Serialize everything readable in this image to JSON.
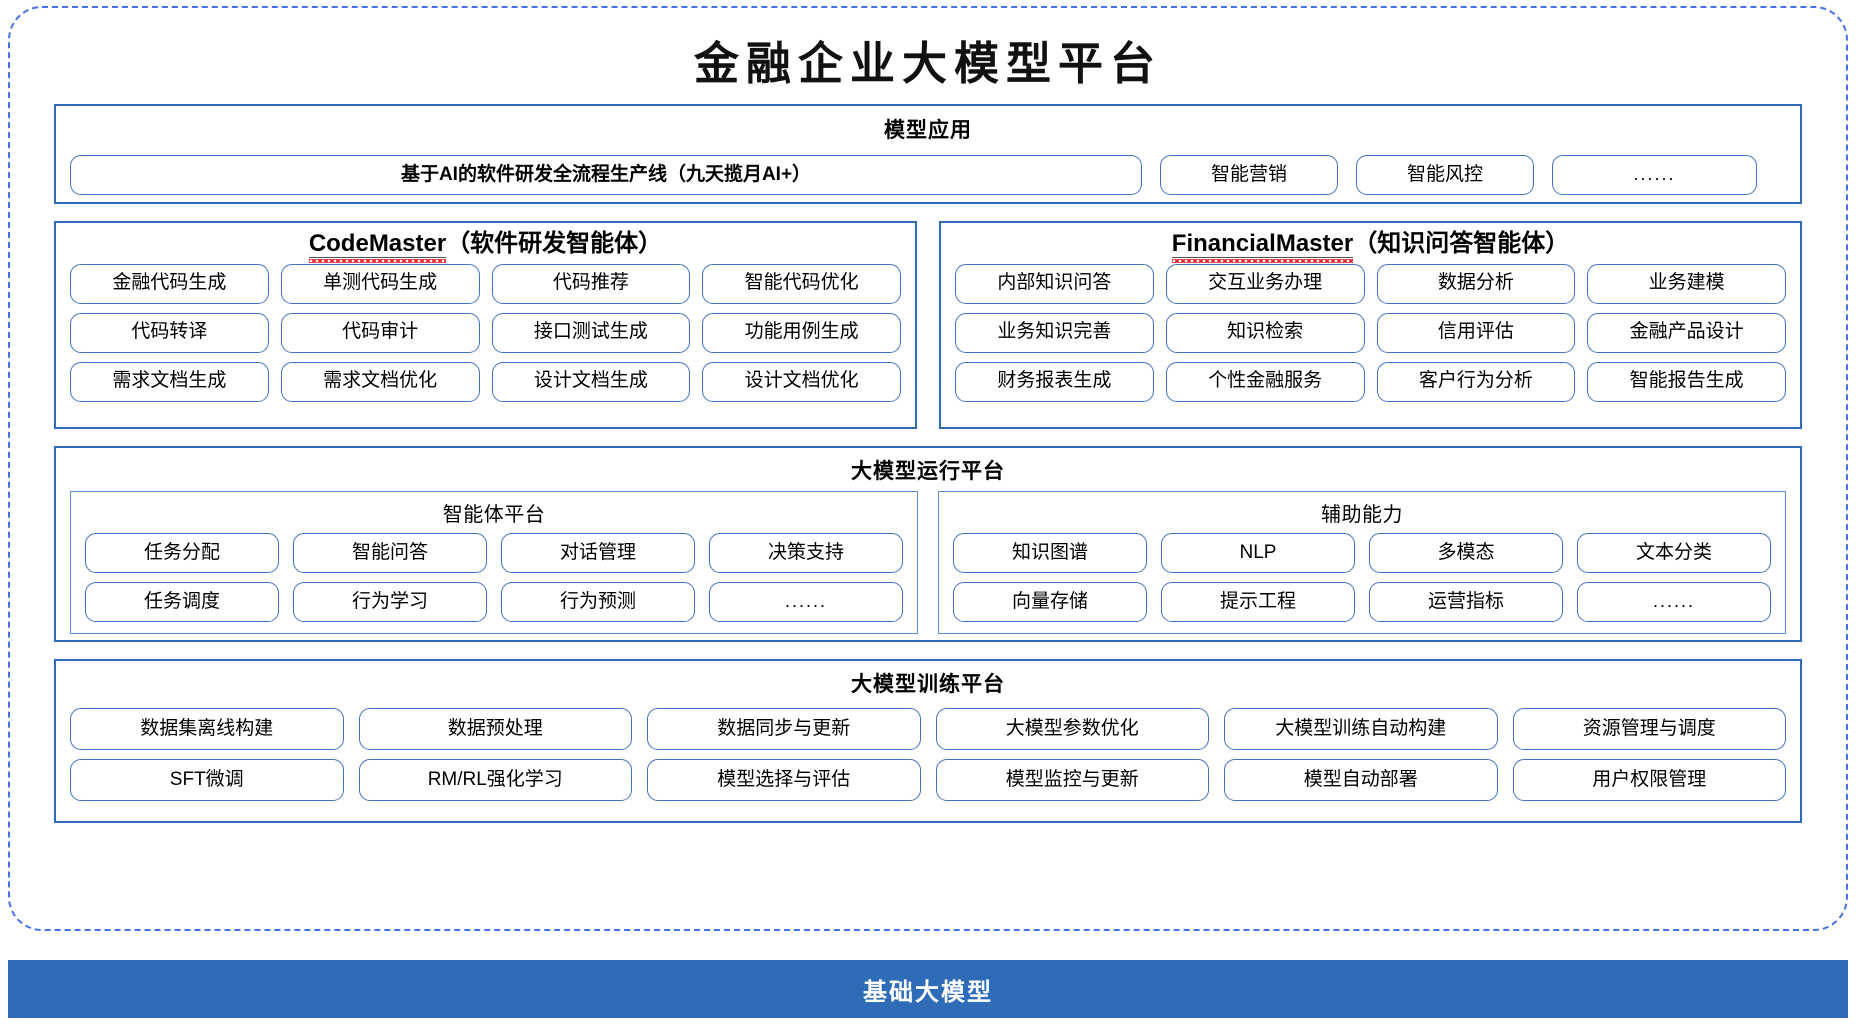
{
  "colors": {
    "frame_dash": "#4472E8",
    "section_border": "#2E6CB8",
    "pill_border": "#4472C4",
    "subbox_border": "#5B8FD4",
    "banner_bg": "#2E6CB8",
    "spellcheck_squiggle": "#E8252A"
  },
  "title": "金融企业大模型平台",
  "applications": {
    "title": "模型应用",
    "items": [
      {
        "label": "基于AI的软件研发全流程生产线（九天揽月AI+）",
        "style": "flagship"
      },
      {
        "label": "智能营销",
        "style": "small"
      },
      {
        "label": "智能风控",
        "style": "small"
      },
      {
        "label": "......",
        "style": "dots"
      }
    ]
  },
  "agents": [
    {
      "en_name": "CodeMaster",
      "cn_name": "（软件研发智能体）",
      "items": [
        "金融代码生成",
        "单测代码生成",
        "代码推荐",
        "智能代码优化",
        "代码转译",
        "代码审计",
        "接口测试生成",
        "功能用例生成",
        "需求文档生成",
        "需求文档优化",
        "设计文档生成",
        "设计文档优化"
      ]
    },
    {
      "en_name": "FinancialMaster",
      "cn_name": "（知识问答智能体）",
      "items": [
        "内部知识问答",
        "交互业务办理",
        "数据分析",
        "业务建模",
        "业务知识完善",
        "知识检索",
        "信用评估",
        "金融产品设计",
        "财务报表生成",
        "个性金融服务",
        "客户行为分析",
        "智能报告生成"
      ]
    }
  ],
  "runtime": {
    "title": "大模型运行平台",
    "groups": [
      {
        "title": "智能体平台",
        "items": [
          "任务分配",
          "智能问答",
          "对话管理",
          "决策支持",
          "任务调度",
          "行为学习",
          "行为预测",
          "......"
        ]
      },
      {
        "title": "辅助能力",
        "items": [
          "知识图谱",
          "NLP",
          "多模态",
          "文本分类",
          "向量存储",
          "提示工程",
          "运营指标",
          "......"
        ]
      }
    ]
  },
  "training": {
    "title": "大模型训练平台",
    "items": [
      "数据集离线构建",
      "数据预处理",
      "数据同步与更新",
      "大模型参数优化",
      "大模型训练自动构建",
      "资源管理与调度",
      "SFT微调",
      "RM/RL强化学习",
      "模型选择与评估",
      "模型监控与更新",
      "模型自动部署",
      "用户权限管理"
    ]
  },
  "base_model": {
    "label": "基础大模型"
  }
}
